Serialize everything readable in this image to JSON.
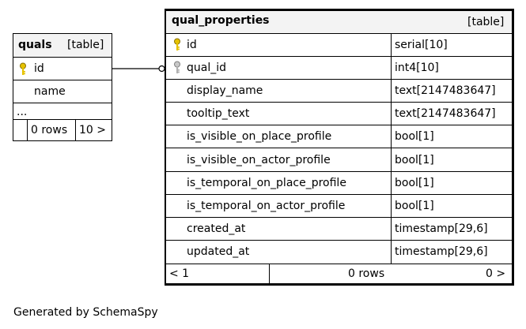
{
  "tables": {
    "quals": {
      "name": "quals",
      "type_label": "[table]",
      "columns": [
        {
          "name": "id",
          "key": "primary"
        },
        {
          "name": "name",
          "key": ""
        }
      ],
      "ellipsis": "...",
      "footer": {
        "rows": "0 rows",
        "next": "10 >"
      }
    },
    "qual_properties": {
      "name": "qual_properties",
      "type_label": "[table]",
      "columns": [
        {
          "name": "id",
          "type": "serial[10]",
          "key": "primary"
        },
        {
          "name": "qual_id",
          "type": "int4[10]",
          "key": "foreign"
        },
        {
          "name": "display_name",
          "type": "text[2147483647]",
          "key": ""
        },
        {
          "name": "tooltip_text",
          "type": "text[2147483647]",
          "key": ""
        },
        {
          "name": "is_visible_on_place_profile",
          "type": "bool[1]",
          "key": ""
        },
        {
          "name": "is_visible_on_actor_profile",
          "type": "bool[1]",
          "key": ""
        },
        {
          "name": "is_temporal_on_place_profile",
          "type": "bool[1]",
          "key": ""
        },
        {
          "name": "is_temporal_on_actor_profile",
          "type": "bool[1]",
          "key": ""
        },
        {
          "name": "created_at",
          "type": "timestamp[29,6]",
          "key": ""
        },
        {
          "name": "updated_at",
          "type": "timestamp[29,6]",
          "key": ""
        }
      ],
      "footer": {
        "prev": "< 1",
        "rows": "0 rows",
        "next": "0 >"
      }
    }
  },
  "colors": {
    "primary_key": "#e6c200",
    "foreign_key": "#b0b0b0",
    "header_bg": "#f3f3f3",
    "line": "#000000"
  },
  "icons": {
    "primary_key": "key-icon",
    "foreign_key": "foreign-key-icon"
  },
  "footer_text": "Generated by SchemaSpy"
}
